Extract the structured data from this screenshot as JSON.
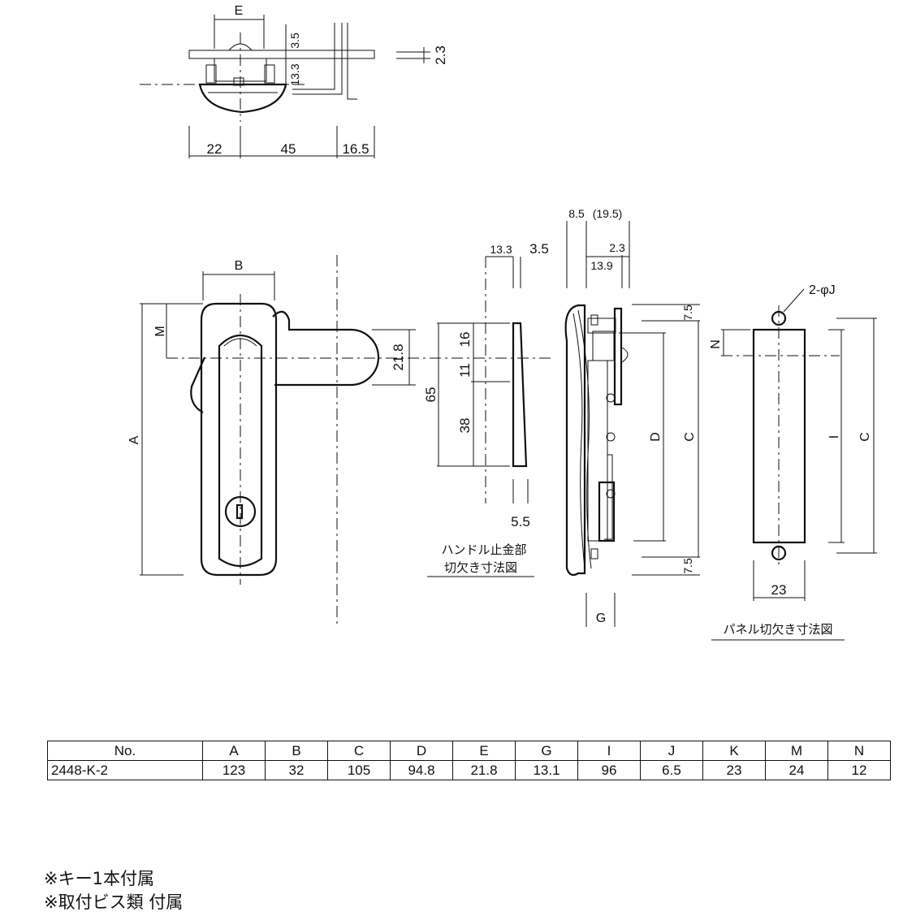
{
  "top_view": {
    "dims": {
      "E": "E",
      "d35": "3.5",
      "d133": "13.3",
      "d23": "2.3",
      "d22": "22",
      "d45": "45",
      "d165": "16.5"
    }
  },
  "front_view": {
    "dims": {
      "B": "B",
      "M": "M",
      "A": "A",
      "d218": "21.8"
    }
  },
  "stopper_view": {
    "dims": {
      "d133": "13.3",
      "d35": "3.5",
      "d16": "16",
      "d11": "11",
      "d65": "65",
      "d38": "38",
      "d55": "5.5"
    },
    "caption_line1": "ハンドル止金部",
    "caption_line2": "切欠き寸法図"
  },
  "side_view": {
    "dims": {
      "d85": "8.5",
      "d195": "(19.5)",
      "d23": "2.3",
      "d139": "13.9",
      "d75_top": "7.5",
      "d75_bottom": "7.5",
      "D": "D",
      "C": "C",
      "G": "G"
    }
  },
  "panel_view": {
    "dims": {
      "phiJ": "2-φJ",
      "N": "N",
      "I": "I",
      "C": "C",
      "d23": "23"
    },
    "caption": "パネル切欠き寸法図"
  },
  "table": {
    "headers": [
      "No.",
      "A",
      "B",
      "C",
      "D",
      "E",
      "G",
      "I",
      "J",
      "K",
      "M",
      "N"
    ],
    "rows": [
      [
        "2448-K-2",
        "123",
        "32",
        "105",
        "94.8",
        "21.8",
        "13.1",
        "96",
        "6.5",
        "23",
        "24",
        "12"
      ]
    ]
  },
  "notes": [
    "※キー1本付属",
    "※取付ビス類 付属"
  ]
}
